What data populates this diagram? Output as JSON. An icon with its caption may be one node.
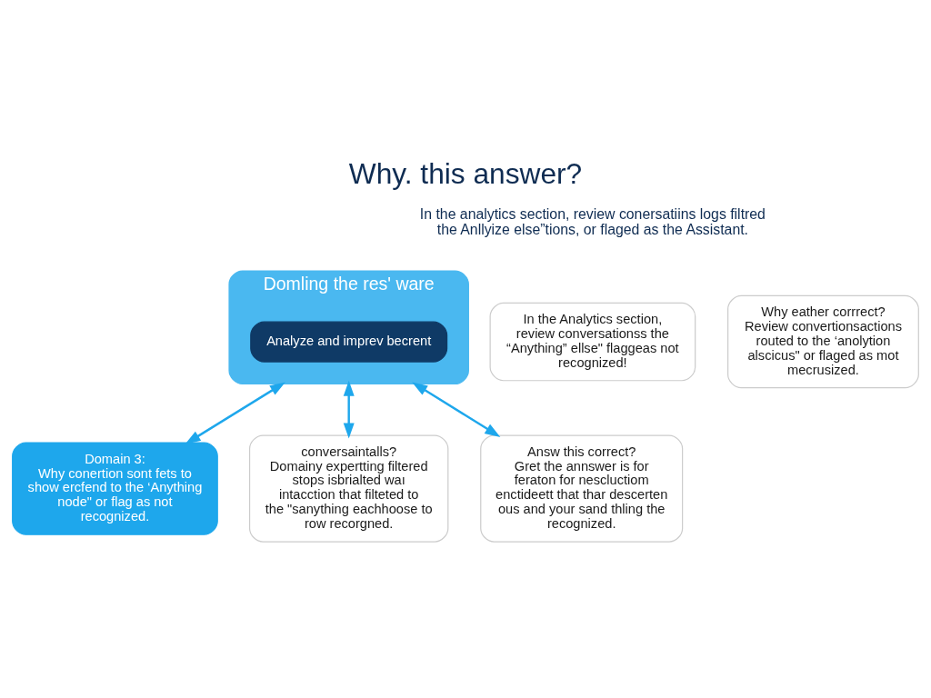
{
  "diagram": {
    "title": "Why. this answer?",
    "nodes": [
      {
        "text": [
          "Domling the res' ware"
        ]
      },
      {
        "text": [
          "Analyze and imprev becrent"
        ],
        "in": 0
      },
      {
        "text": [
          "In the Analytics section, review conversationss the “Anything” ellse\" flaggeas not recognized!"
        ]
      },
      {
        "text": [
          "Why eather corrrect?",
          "Review convertionsactions routed to the ‘anolytion alscicus\" or flaged as mot mecrusized."
        ]
      },
      {
        "text": [
          "Domain 3:",
          "Why conertion sont fets to show ercfend to the ‘Anything node\" or flag as not recognized."
        ]
      },
      {
        "text": [
          "conversaintalls?",
          "Domainy expertting filtered stops isbrialted waı intacction that filteted to the \"sanything eachhoose to row recorgned."
        ]
      },
      {
        "text": [
          "Answ this correct?",
          "Gret the annswer is for feraton for nescluctiom enctideett that thar descerten ous and your sand thling the recognized."
        ]
      }
    ],
    "edges": [
      {
        "from": 0,
        "to": 4,
        "arrow": "both"
      },
      {
        "from": 0,
        "to": 5,
        "arrow": "both"
      },
      {
        "from": 0,
        "to": 6,
        "arrow": "both"
      }
    ],
    "labels": [
      "In the analytics section, review conersatiins logs filtred the Anllyize else”tions, or flaged as the Assistant."
    ]
  }
}
